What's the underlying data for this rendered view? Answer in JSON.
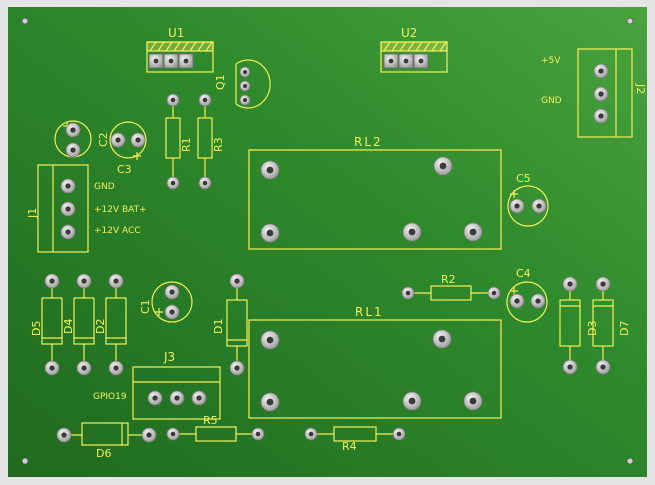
{
  "board": {
    "colors": {
      "pcb_light": "#4aa33d",
      "pcb_dark": "#1f6a1f",
      "silkscreen": "#f2f05a",
      "pad": "#d6d6d6",
      "frame": "#e4e4e4"
    }
  },
  "components": {
    "U1": {
      "label": "U1"
    },
    "U2": {
      "label": "U2"
    },
    "Q1": {
      "label": "Q1"
    },
    "R1": {
      "label": "R1"
    },
    "R2": {
      "label": "R2"
    },
    "R3": {
      "label": "R3"
    },
    "R4": {
      "label": "R4"
    },
    "R5": {
      "label": "R5"
    },
    "C1": {
      "label": "C1"
    },
    "C2": {
      "label": "C2"
    },
    "C3": {
      "label": "C3"
    },
    "C4": {
      "label": "C4"
    },
    "C5": {
      "label": "C5"
    },
    "J1": {
      "label": "J1"
    },
    "J2": {
      "label": "J2"
    },
    "J3": {
      "label": "J3"
    },
    "RL1": {
      "label": "RL1"
    },
    "RL2": {
      "label": "RL2"
    },
    "D1": {
      "label": "D1"
    },
    "D2": {
      "label": "D2"
    },
    "D3": {
      "label": "D3"
    },
    "D4": {
      "label": "D4"
    },
    "D5": {
      "label": "D5"
    },
    "D6": {
      "label": "D6"
    },
    "D7": {
      "label": "D7"
    }
  },
  "net_labels": {
    "j1_gnd": "GND",
    "j1_bat": "+12V BAT+",
    "j1_acc": "+12V ACC",
    "j2_5v": "+5V",
    "j2_gnd": "GND",
    "j3_gpio": "GPIO19"
  }
}
